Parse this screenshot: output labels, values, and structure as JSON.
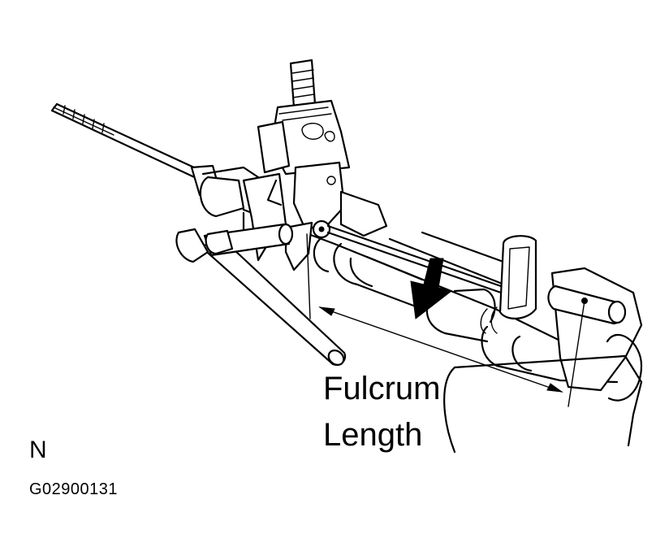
{
  "figure": {
    "label_line1": "Fulcrum",
    "label_line2": "Length",
    "orientation_mark": "N",
    "figure_code": "G02900131"
  },
  "components": [
    "steering-rack-housing",
    "pinion-valve-housing",
    "tie-rod",
    "pull-scale-bracket",
    "pivot-handle-bar",
    "rack-end-clamp",
    "dimension-line",
    "direction-arrow"
  ]
}
